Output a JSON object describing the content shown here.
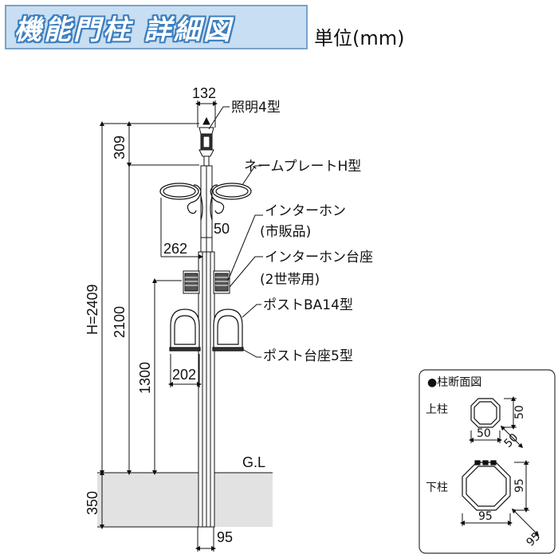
{
  "title": "機能門柱 詳細図",
  "unit_label": "単位(mm)",
  "labels": {
    "light": "照明4型",
    "nameplate": "ネームプレートH型",
    "intercom": "インターホン",
    "intercom_sub": "(市販品)",
    "intercom_base": "インターホン台座",
    "intercom_base_sub": "(2世帯用)",
    "post": "ポストBA14型",
    "post_base": "ポスト台座5型",
    "ground": "G.L"
  },
  "dimensions": {
    "top_width": "132",
    "light_height": "309",
    "intercom_gap": "50",
    "nameplate_offset": "262",
    "post_width": "202",
    "total_height": "H=2409",
    "height_2100": "2100",
    "height_1300": "1300",
    "embed_depth": "350",
    "pole_width": "95"
  },
  "section_panel": {
    "title": "●柱断面図",
    "upper_label": "上柱",
    "lower_label": "下柱",
    "upper_w": "50",
    "upper_h": "50",
    "upper_diag": "50",
    "lower_w": "95",
    "lower_h": "95",
    "lower_diag": "95"
  }
}
